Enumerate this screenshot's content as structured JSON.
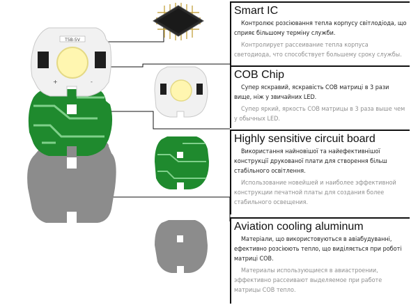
{
  "sections": [
    {
      "title": "Smart IC",
      "text_ua": "Контролює розсіювання тепла корпусу світлодіода, що сприяє більшому терміну служби.",
      "text_ru": "Контролирует рассеивание тепла корпуса светодиода, что способствует большему сроку службы."
    },
    {
      "title": "COB Chip",
      "text_ua": "Супер яскравий, яскравість COB матриці в 3 рази вище, ніж у звичайних LED.",
      "text_ru": "Супер яркий, яркость COB матрицы в 3 раза выше чем у обычных LED."
    },
    {
      "title": "Highly sensitive circuit board",
      "text_ua": "Використання найновішої та найефективнішої конструкції друкованої плати для створення більш стабільного освітлення.",
      "text_ru": "Использование новейшей и наиболее эффективной конструкции печатной платы для создания более стабильного освещения."
    },
    {
      "title": "Aviation cooling aluminum",
      "text_ua": "Матеріали, що використовуються в авіабудуванні, ефективно розсіюють тепло, що виділяється при роботі матриці COB.",
      "text_ru": "Материалы использующиеся в авиастроении, эффективно рассеивают выделяемое при работе матрицы COB тепло."
    }
  ],
  "board_label": "T5B-5V",
  "board_marks": [
    "+",
    "-"
  ],
  "colors": {
    "pcb_green": "#1f8a2e",
    "trace_green": "#7fd08a",
    "aluminum": "#8c8c8c",
    "board_white": "#f1f1f1",
    "led_yellow": "#fff6b0",
    "chip_black": "#1e1e1e"
  }
}
